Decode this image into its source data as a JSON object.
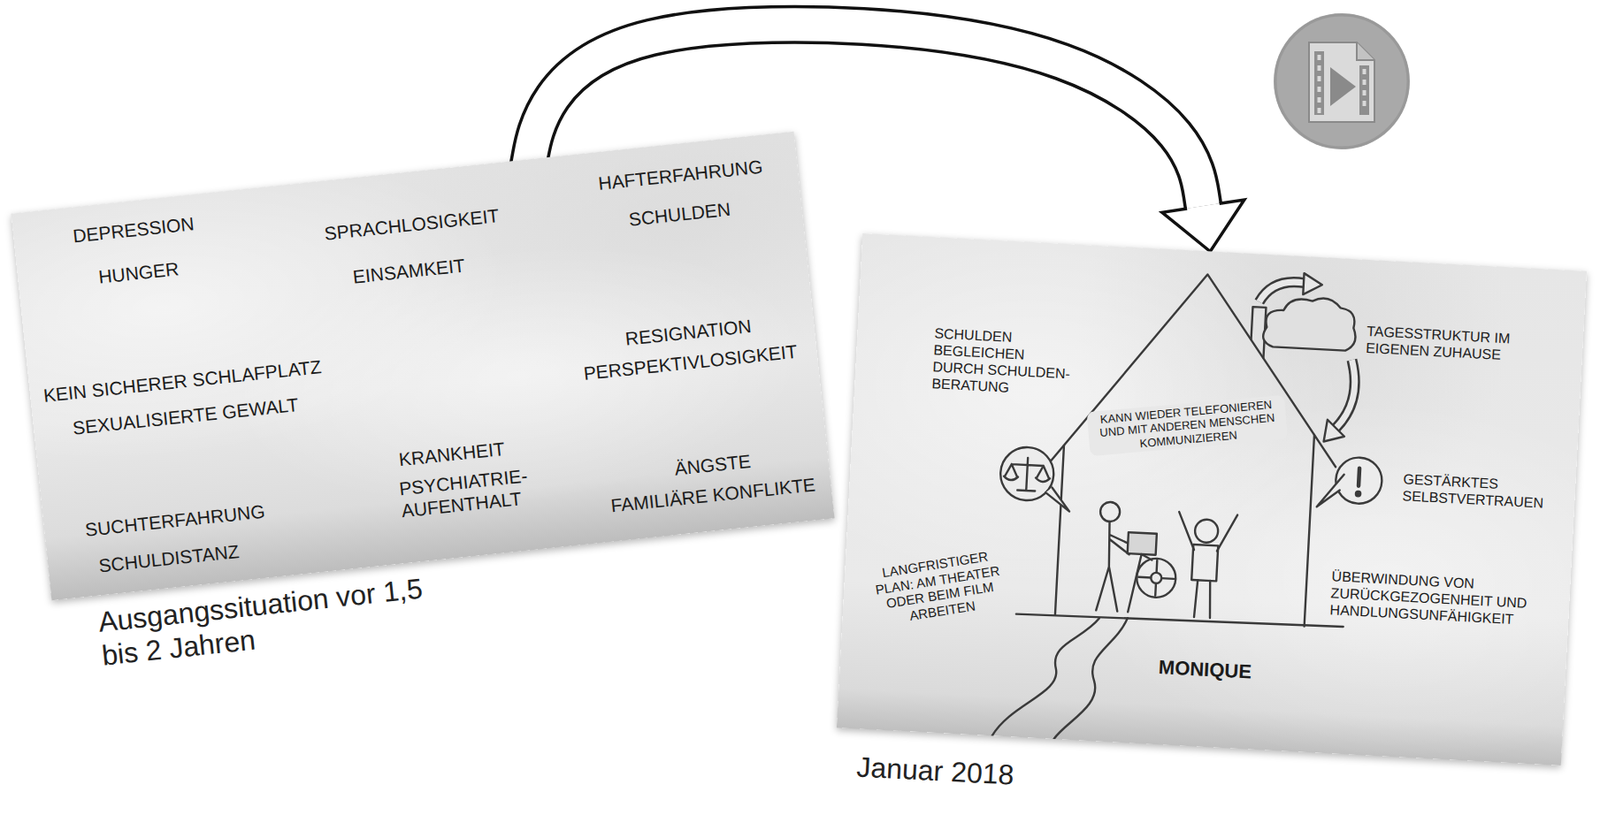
{
  "diagram": {
    "nodes": [
      {
        "text": [
          "DEPRESSION",
          "HUNGER",
          "SPRACHLOSIGKEIT",
          "EINSAMKEIT",
          "HAFTERFAHRUNG",
          "SCHULDEN",
          "KEIN SICHERER SCHLAFPLATZ",
          "SEXUALISIERTE GEWALT",
          "RESIGNATION",
          "PERSPEKTIVLOSIGKEIT",
          "KRANKHEIT",
          "PSYCHIATRIE- AUFENTHALT",
          "ÄNGSTE",
          "FAMILIÄRE KONFLIKTE",
          "SUCHTERFAHRUNG",
          "SCHULDISTANZ",
          "Ausgangssituation vor 1,5 bis 2 Jahren"
        ]
      },
      {
        "text": [
          "SCHULDEN BEGLEICHEN DURCH SCHULDEN- BERATUNG",
          "TAGESSTRUKTUR IM EIGENEN ZUHAUSE",
          "KANN WIEDER TELEFONIEREN UND MIT ANDEREN MENSCHEN KOMMUNIZIEREN",
          "GESTÄRKTES SELBSTVERTRAUEN",
          "LANGFRISTIGER PLAN: AM THEATER ODER BEIM FILM ARBEITEN",
          "ÜBERWINDUNG VON ZURÜCKGEZOGENHEIT UND HANDLUNGSUNFÄHIGKEIT",
          "MONIQUE",
          "Januar 2018"
        ]
      }
    ],
    "edges": [
      {
        "from": 0,
        "to": 1,
        "arrow": "to"
      }
    ]
  }
}
